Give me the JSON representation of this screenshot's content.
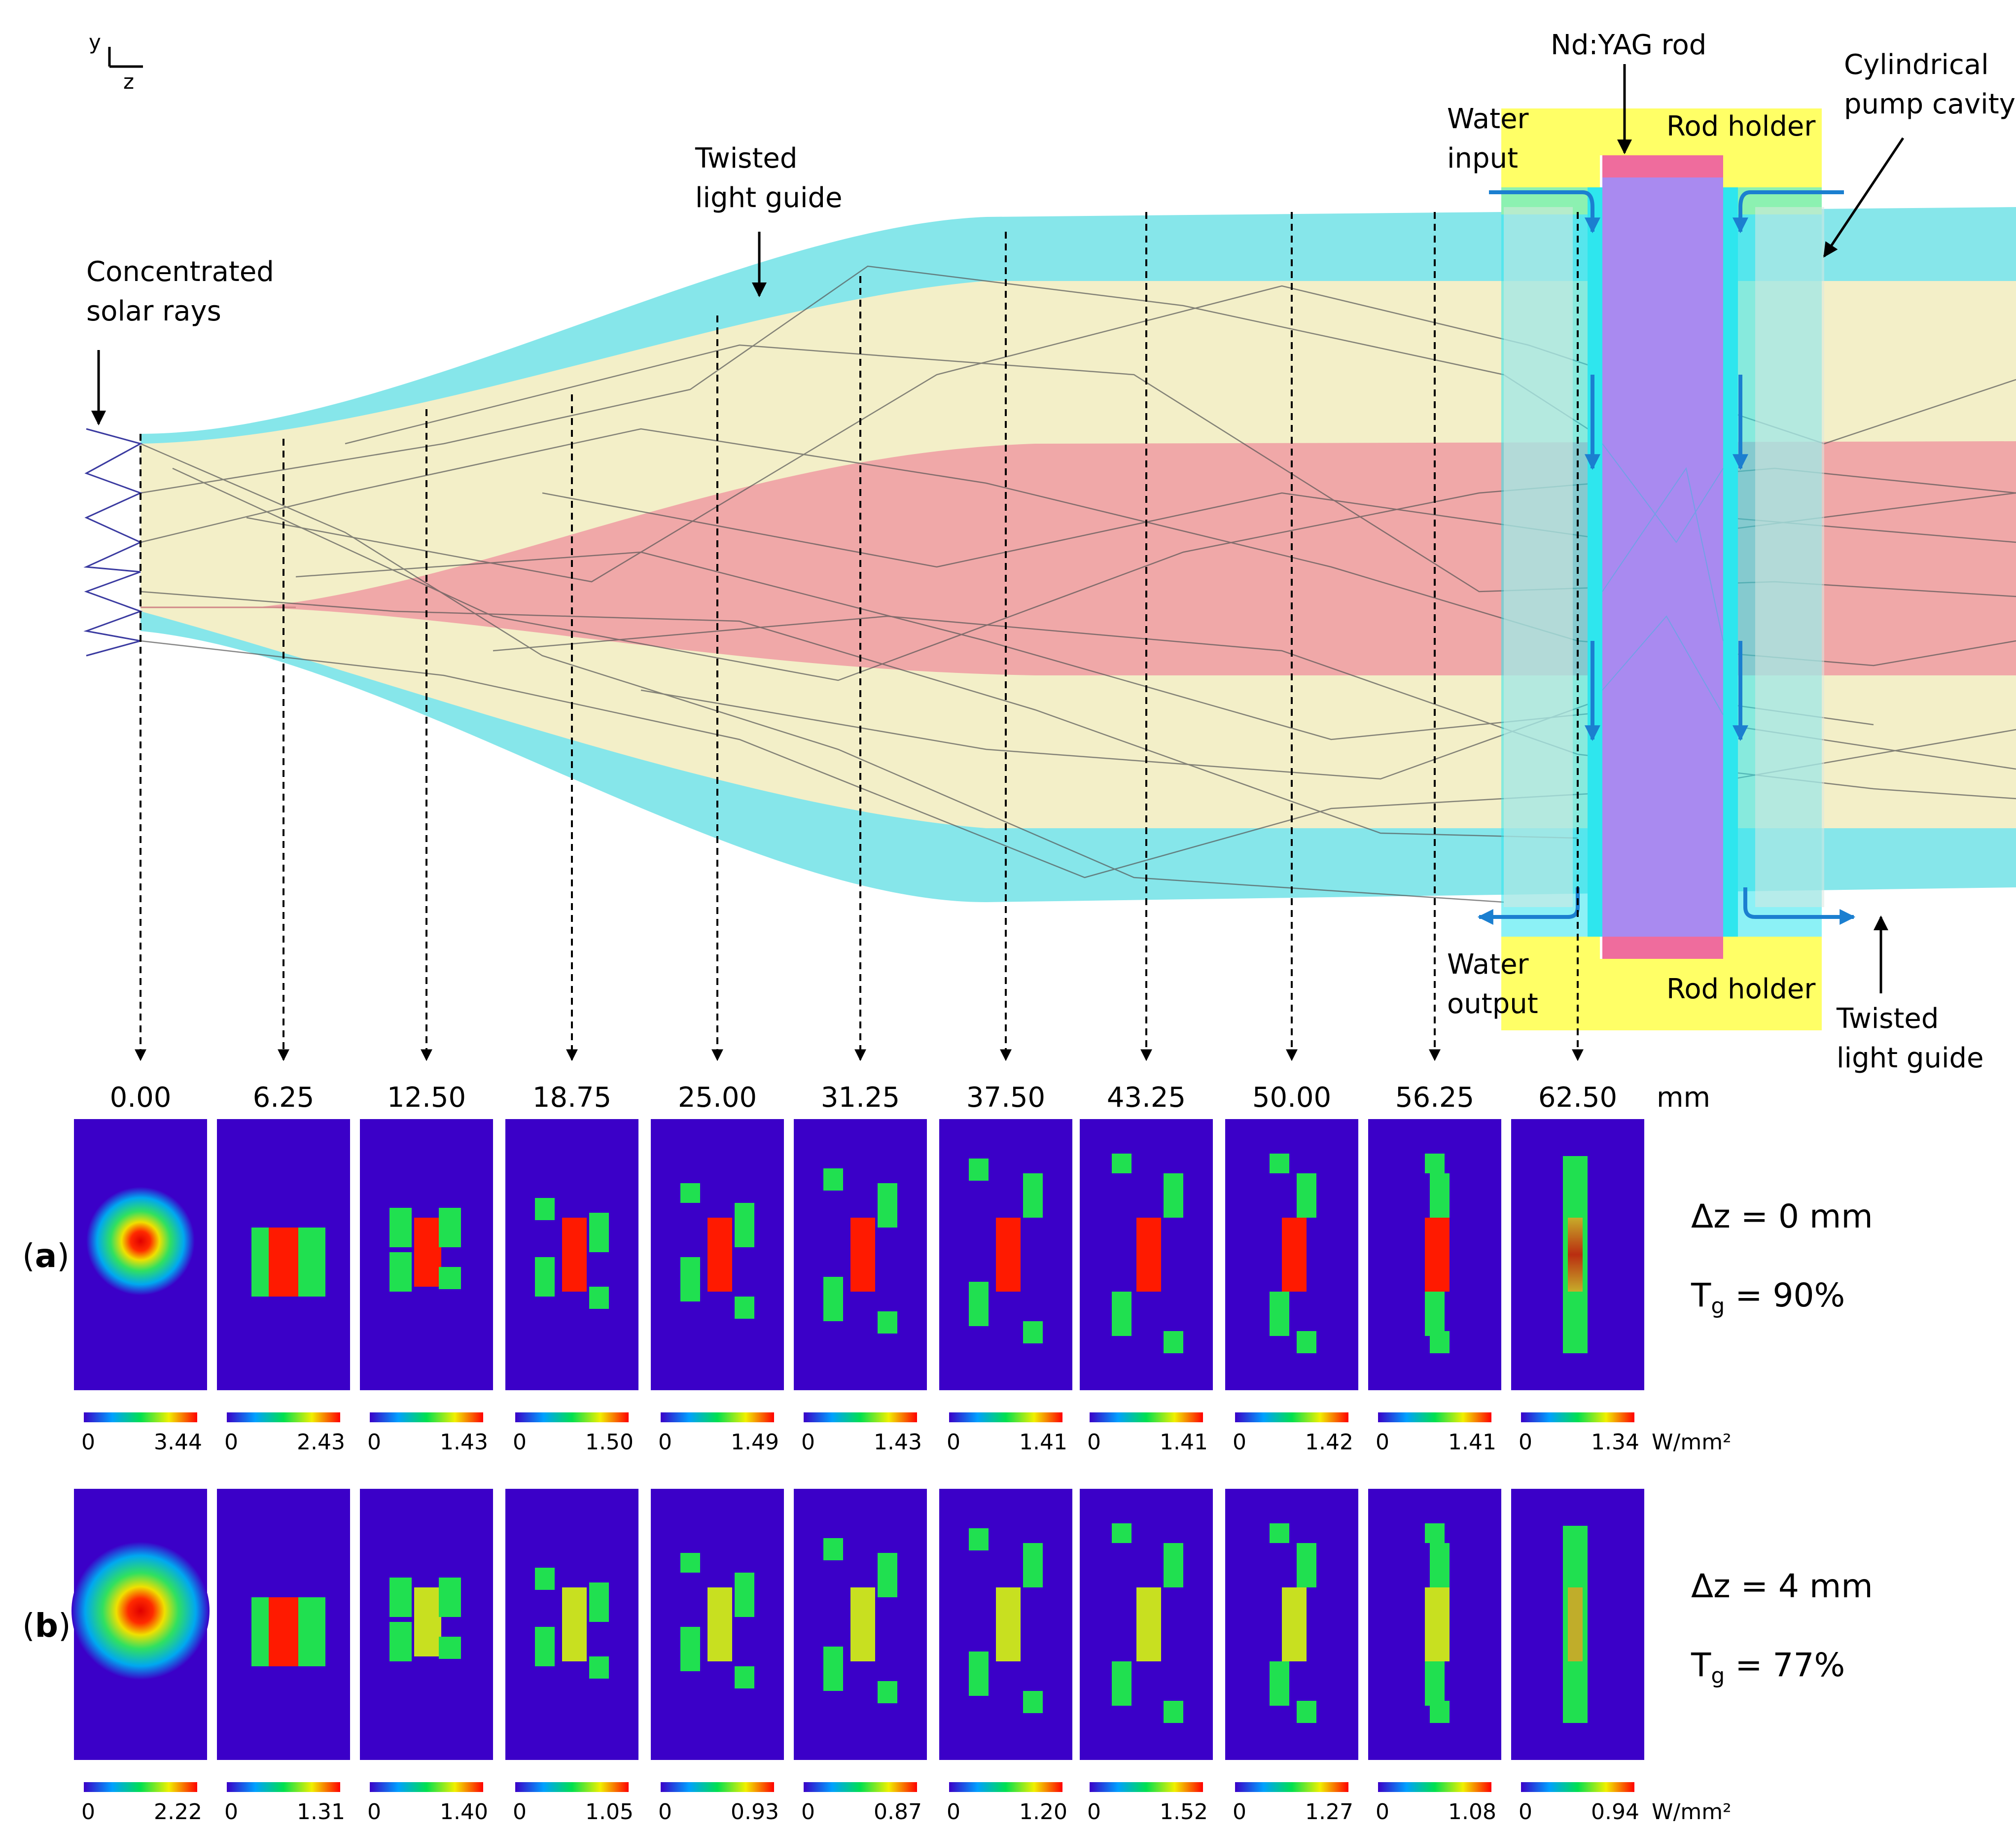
{
  "axes_label": {
    "y": "y",
    "z": "z"
  },
  "labels": {
    "concentrated": [
      "Concentrated",
      "solar rays"
    ],
    "twisted_top": [
      "Twisted",
      "light guide"
    ],
    "rod": "Nd:YAG rod",
    "cavity": [
      "Cylindrical",
      "pump cavity"
    ],
    "water_input": [
      "Water",
      "input"
    ],
    "water_output": [
      "Water",
      "output"
    ],
    "rod_holder": "Rod holder",
    "twisted_bottom": [
      "Twisted",
      "light guide"
    ]
  },
  "positions": [
    "0.00",
    "6.25",
    "12.50",
    "18.75",
    "25.00",
    "31.25",
    "37.50",
    "43.25",
    "50.00",
    "56.25",
    "62.50"
  ],
  "unit_mm": "mm",
  "unit_flux": "W/mm²",
  "rows": [
    {
      "tag": "a",
      "dz": "Δz = 0 mm",
      "tg_prefix": "T",
      "tg_sub": "g",
      "tg_value": " = 90%",
      "scale_min": "0",
      "maxima": [
        "3.44",
        "2.43",
        "1.43",
        "1.50",
        "1.49",
        "1.43",
        "1.41",
        "1.41",
        "1.42",
        "1.41",
        "1.34"
      ]
    },
    {
      "tag": "b",
      "dz": "Δz = 4 mm",
      "tg_prefix": "T",
      "tg_sub": "g",
      "tg_value": " = 77%",
      "scale_min": "0",
      "maxima": [
        "2.22",
        "1.31",
        "1.40",
        "1.05",
        "0.93",
        "0.87",
        "1.20",
        "1.52",
        "1.27",
        "1.08",
        "0.94"
      ]
    }
  ],
  "colors": {
    "guide_cyan": "#86e6ea",
    "guide_beige": "#f3efc8",
    "guide_red": "#f0a8a8",
    "rod": "#a98af0",
    "rod_end": "#ef6c9d",
    "holder": "#ffff66",
    "water": "#2ee6ee",
    "arrow_blue": "#1b7fd0",
    "map_bg": "#3b00c8"
  }
}
